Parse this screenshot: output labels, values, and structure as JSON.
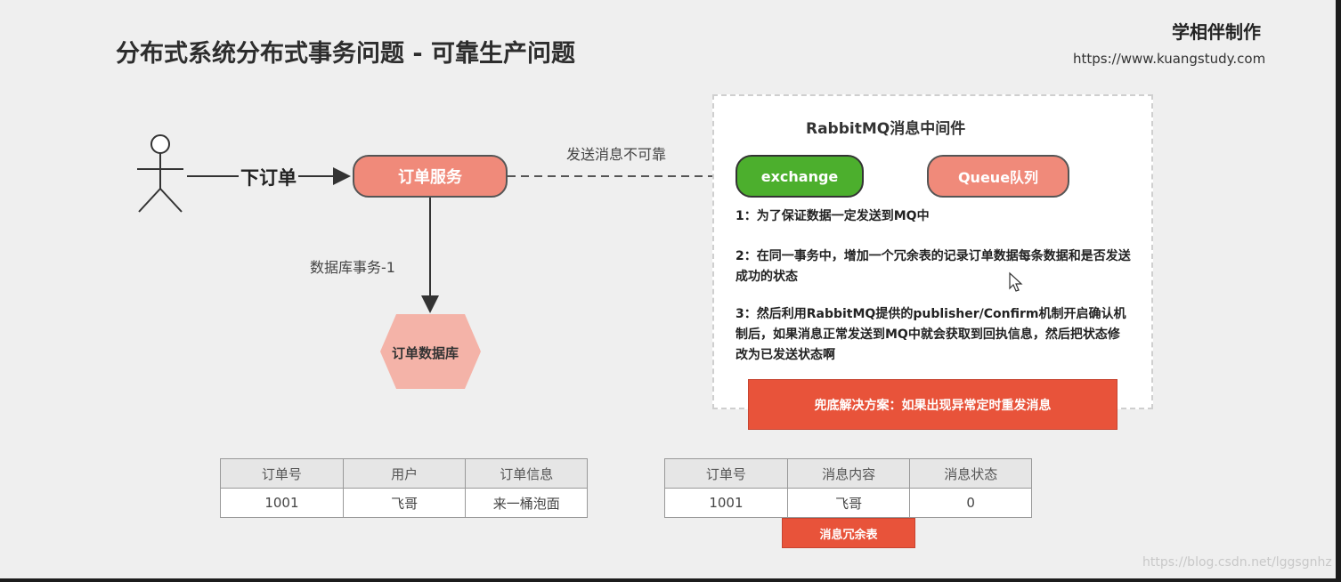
{
  "title": "分布式系统分布式事务问题 - 可靠生产问题",
  "brand": "学相伴制作",
  "url": "https://www.kuangstudy.com",
  "flow": {
    "place_order": "下订单",
    "order_service": "订单服务",
    "send_unreliable": "发送消息不可靠",
    "db_transaction": "数据库事务-1",
    "order_db": "订单数据库"
  },
  "rabbitmq": {
    "title": "RabbitMQ消息中间件",
    "exchange": "exchange",
    "queue": "Queue队列",
    "note1": "1：为了保证数据一定发送到MQ中",
    "note2": "2：在同一事务中，增加一个冗余表的记录订单数据每条数据和是否发送成功的状态",
    "note3": "3：然后利用RabbitMQ提供的publisher/Confirm机制开启确认机制后，如果消息正常发送到MQ中就会获取到回执信息，然后把状态修改为已发送状态啊",
    "fallback": "兜底解决方案：如果出现异常定时重发消息"
  },
  "order_table": {
    "headers": [
      "订单号",
      "用户",
      "订单信息"
    ],
    "row": [
      "1001",
      "飞哥",
      "来一桶泡面"
    ]
  },
  "message_table": {
    "headers": [
      "订单号",
      "消息内容",
      "消息状态"
    ],
    "row": [
      "1001",
      "飞哥",
      "0"
    ],
    "tag": "消息冗余表"
  },
  "watermark": "https://blog.csdn.net/lggsgnhz",
  "colors": {
    "service": "#f08a7a",
    "exchange": "#4caf2d",
    "database": "#f4b3a8",
    "banner": "#e8533a"
  }
}
